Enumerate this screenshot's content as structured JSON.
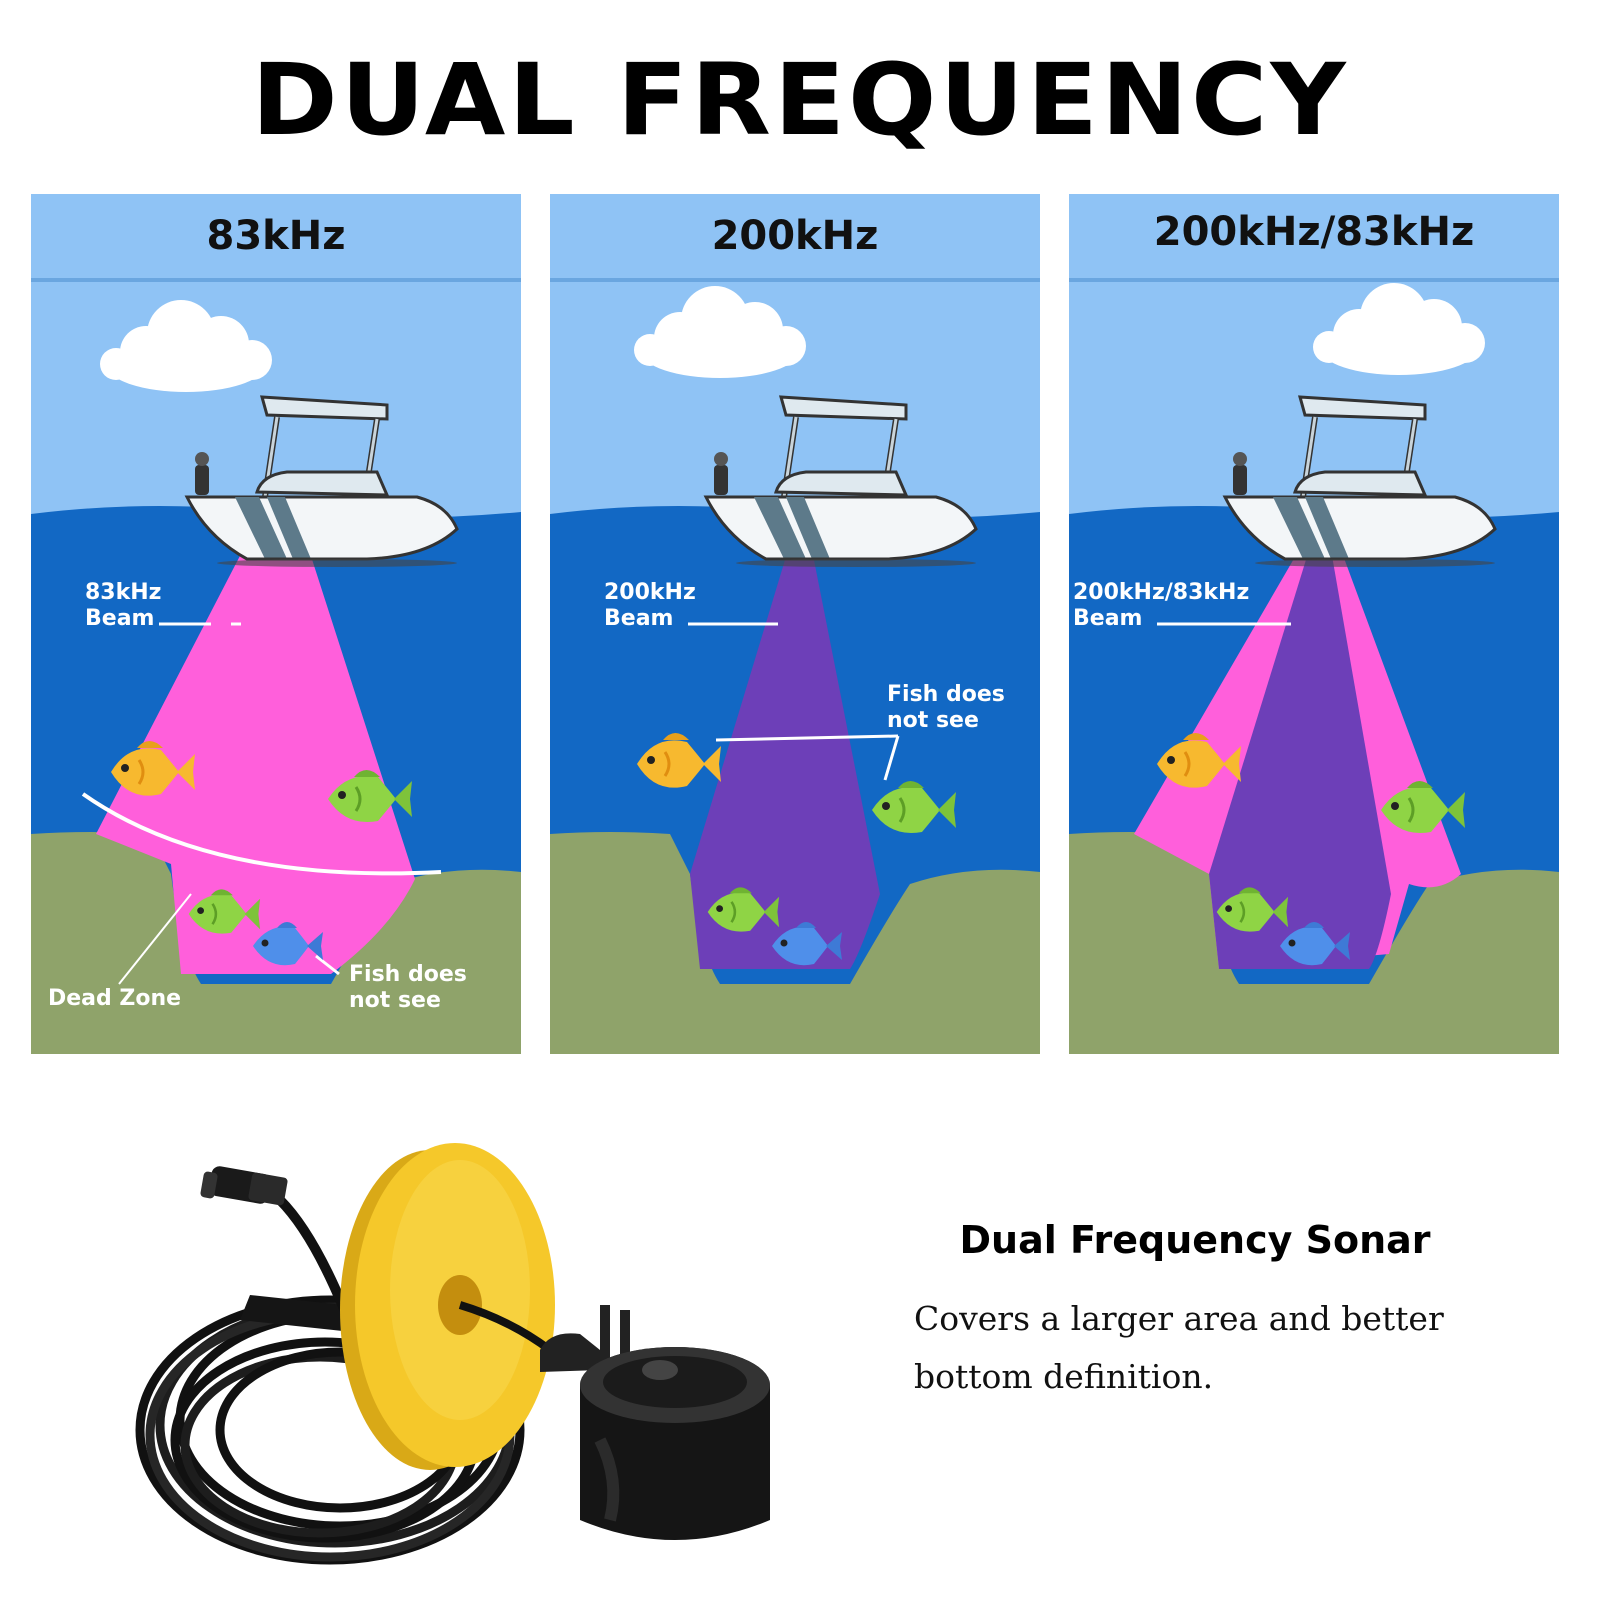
{
  "title": "DUAL FREQUENCY",
  "colors": {
    "sky": "#8fc3f5",
    "water": "#1268c4",
    "seabed": "#8fa36a",
    "beam_83khz": "#ff5fdb",
    "beam_200khz": "#6d3fb8",
    "transducer_float": "#f5c82a"
  },
  "panels": [
    {
      "header": "83kHz",
      "beam_label": [
        "83kHz",
        "Beam"
      ],
      "dead_zone_label": "Dead Zone",
      "fish_label": [
        "Fish does",
        "not see"
      ]
    },
    {
      "header": "200kHz",
      "beam_label": [
        "200kHz",
        "Beam"
      ],
      "fish_label": [
        "Fish does",
        "not see"
      ]
    },
    {
      "header": "200kHz/83kHz",
      "beam_label": [
        "200kHz/83kHz",
        "Beam"
      ]
    }
  ],
  "sonar": {
    "heading": "Dual Frequency Sonar",
    "description": "Covers a larger area and better bottom definition."
  }
}
